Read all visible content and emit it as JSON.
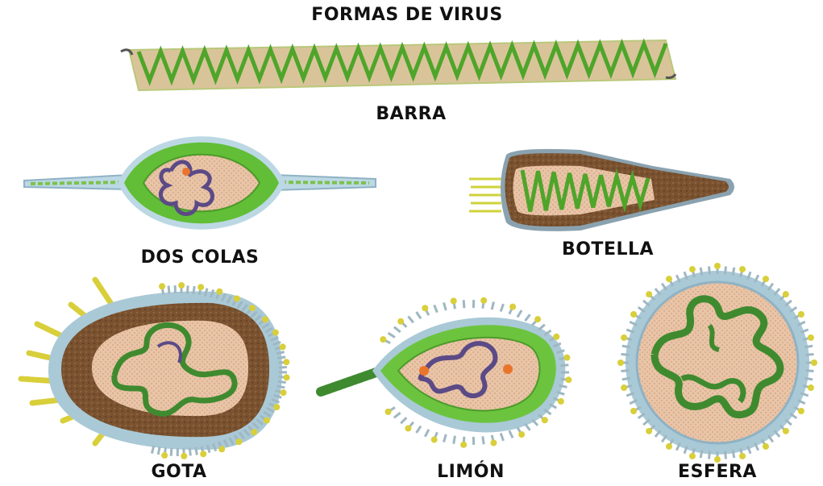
{
  "title": "FORMAS DE VIRUS",
  "shapes": {
    "barra": "BARRA",
    "dos_colas": "DOS COLAS",
    "botella": "BOTELLA",
    "gota": "GOTA",
    "limon": "LIMÓN",
    "esfera": "ESFERA"
  },
  "colors": {
    "capsid_green": "#5cb82e",
    "core_tan": "#e9c4a6",
    "coat_brown": "#7a5230",
    "membrane_blue": "#bcd8e4",
    "spike_yellow": "#d8cf3a",
    "genome_purple": "#5b4a86",
    "genome_green": "#3f8a2f",
    "dot_orange": "#e9752d"
  }
}
